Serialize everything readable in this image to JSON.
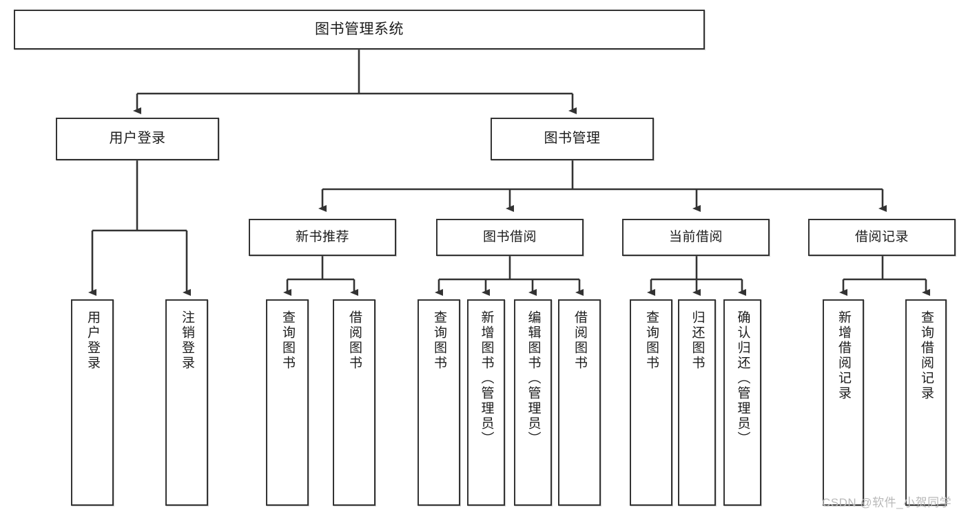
{
  "diagram": {
    "title": "图书管理系统",
    "type": "hierarchy-tree",
    "root": {
      "id": "root",
      "label": "图书管理系统"
    },
    "level2": [
      {
        "id": "user-login",
        "label": "用户登录"
      },
      {
        "id": "book-manage",
        "label": "图书管理"
      }
    ],
    "level3": [
      {
        "id": "new-book-rec",
        "label": "新书推荐",
        "parent": "book-manage"
      },
      {
        "id": "book-borrow",
        "label": "图书借阅",
        "parent": "book-manage"
      },
      {
        "id": "current-borrow",
        "label": "当前借阅",
        "parent": "book-manage"
      },
      {
        "id": "borrow-record",
        "label": "借阅记录",
        "parent": "book-manage"
      }
    ],
    "leaves": [
      {
        "id": "leaf-user-login",
        "label": "用户登录",
        "parent": "user-login"
      },
      {
        "id": "leaf-logout-login",
        "label": "注销登录",
        "parent": "user-login"
      },
      {
        "id": "leaf-query-book-1",
        "label": "查询图书",
        "parent": "new-book-rec"
      },
      {
        "id": "leaf-borrow-book-1",
        "label": "借阅图书",
        "parent": "new-book-rec"
      },
      {
        "id": "leaf-query-book-2",
        "label": "查询图书",
        "parent": "book-borrow"
      },
      {
        "id": "leaf-add-book",
        "label": "新增图书（管理员）",
        "parent": "book-borrow"
      },
      {
        "id": "leaf-edit-book",
        "label": "编辑图书（管理员）",
        "parent": "book-borrow"
      },
      {
        "id": "leaf-borrow-book-2",
        "label": "借阅图书",
        "parent": "book-borrow"
      },
      {
        "id": "leaf-query-book-3",
        "label": "查询图书",
        "parent": "current-borrow"
      },
      {
        "id": "leaf-return-book",
        "label": "归还图书",
        "parent": "current-borrow"
      },
      {
        "id": "leaf-confirm-return",
        "label": "确认归还（管理员）",
        "parent": "current-borrow"
      },
      {
        "id": "leaf-add-record",
        "label": "新增借阅记录",
        "parent": "borrow-record"
      },
      {
        "id": "leaf-query-record",
        "label": "查询借阅记录",
        "parent": "borrow-record"
      }
    ],
    "watermark": "CSDN @软件_小贺同学",
    "colors": {
      "stroke": "#333333",
      "box_fill": "#ffffff",
      "text": "#1c1c1c",
      "watermark": "#b9b9b9",
      "background": "#ffffff"
    }
  }
}
